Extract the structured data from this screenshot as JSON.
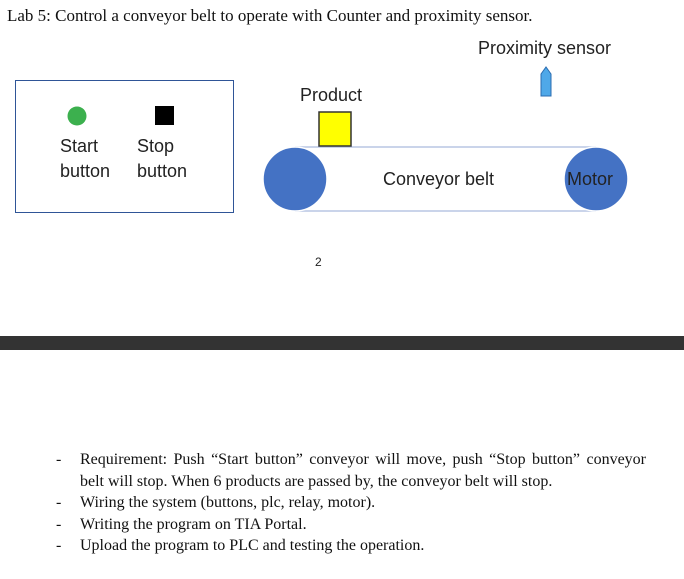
{
  "title": "Lab 5: Control a conveyor belt to operate with Counter and proximity sensor.",
  "diagram": {
    "sensor_label": "Proximity sensor",
    "product_label": "Product",
    "start_label": "Start\nbutton",
    "stop_label": "Stop\nbutton",
    "conveyor_label": "Conveyor belt",
    "motor_label": "Motor",
    "page_number": "2",
    "colors": {
      "start_button": "#3cb04e",
      "stop_button": "#000000",
      "product": "#ffff00",
      "roller": "#4472c4",
      "sensor": "#4fa8e8",
      "panel_border": "#2f5597"
    }
  },
  "requirements": [
    "Requirement: Push “Start button” conveyor will move, push “Stop button” conveyor belt will stop. When 6 products are passed by, the conveyor belt will stop.",
    "Wiring the system (buttons, plc, relay, motor).",
    "Writing the program on TIA Portal.",
    "Upload the program to PLC and testing the operation."
  ]
}
